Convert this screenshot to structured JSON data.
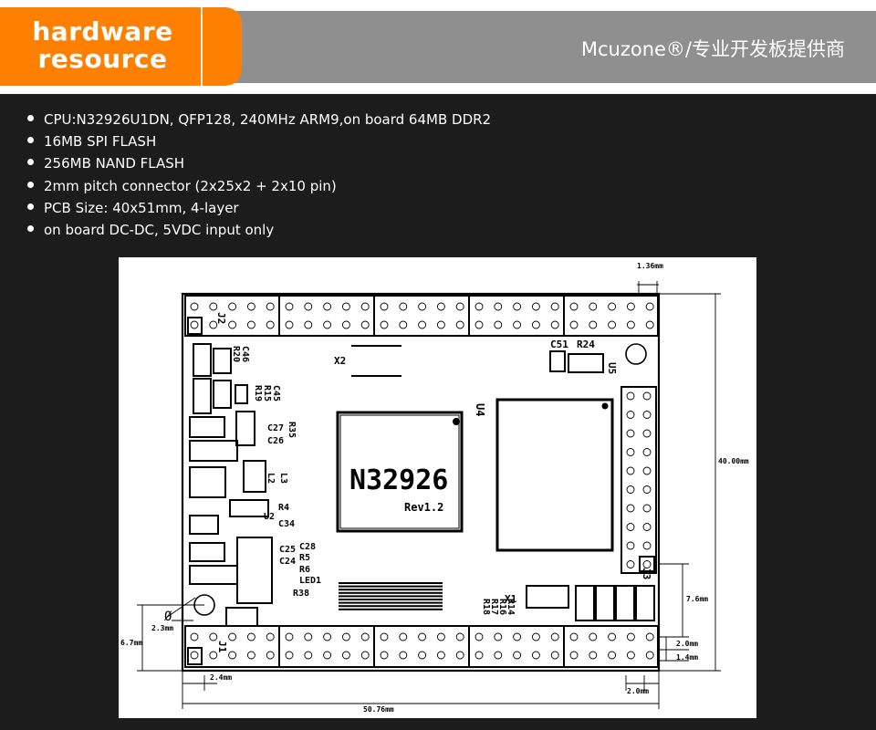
{
  "header": {
    "tab_line1": "hardware",
    "tab_line2": "resource",
    "brand": "Mcuzone®/专业开发板提供商",
    "accent": "#ff7f00",
    "band": "#8f8f8f"
  },
  "specs": [
    "CPU:N32926U1DN, QFP128, 240MHz ARM9,on board 64MB DDR2",
    "16MB SPI FLASH",
    "256MB NAND FLASH",
    "2mm pitch connector  (2x25x2 + 2x10 pin)",
    "PCB Size: 40x51mm, 4-layer",
    "on board DC-DC, 5VDC input only"
  ],
  "drawing": {
    "chip_name": "N32926",
    "chip_rev": "Rev1.2",
    "chip_ref": "U4",
    "dims": {
      "d136": "1.36mm",
      "d40": "40.00mm",
      "d76": "7.6mm",
      "d20a": "2.0mm",
      "d14": "1.4mm",
      "d20b": "2.0mm",
      "d24": "2.4mm",
      "d23": "2.3mm",
      "d67": "6.7mm",
      "d5076": "50.76mm",
      "phi": "Ø"
    },
    "labels": {
      "J2": "J2",
      "J1": "J1",
      "J3": "J3",
      "X2": "X2",
      "X1": "X1",
      "R20": "R20",
      "C46": "C46",
      "R19": "R19",
      "R15": "R15",
      "C45": "C45",
      "C27": "C27",
      "R35": "R35",
      "C26": "C26",
      "L2": "L2",
      "L3": "L3",
      "R4": "R4",
      "U2": "U2",
      "C34": "C34",
      "C25": "C25",
      "C28": "C28",
      "R5": "R5",
      "C24": "C24",
      "R6": "R6",
      "LED1": "LED1",
      "R38": "R38",
      "C51": "C51",
      "R24": "R24",
      "U5": "U5",
      "R14": "R14",
      "R16": "R16",
      "R17": "R17",
      "R18": "R18"
    }
  }
}
